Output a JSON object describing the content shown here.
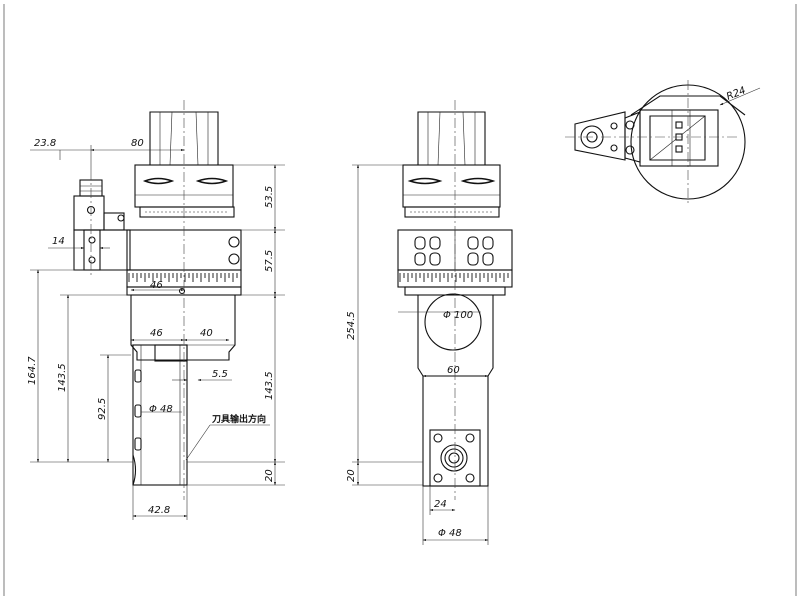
{
  "dimensions": {
    "left_view": {
      "d_23_8": "23.8",
      "d_80": "80",
      "d_14": "14",
      "d_53_5": "53.5",
      "d_57_5": "57.5",
      "d_46_top": "46",
      "d_46": "46",
      "d_40": "40",
      "d_5_5": "5.5",
      "d_phi48": "Φ 48",
      "d_164_7": "164.7",
      "d_143_5_left": "143.5",
      "d_92_5": "92.5",
      "d_143_5_right": "143.5",
      "d_20": "20",
      "d_42_8": "42.8"
    },
    "middle_view": {
      "d_254_5": "254.5",
      "d_phi100": "Φ 100",
      "d_60": "60",
      "d_20": "20",
      "d_24": "24",
      "d_phi48": "Φ 48"
    },
    "top_view": {
      "d_r24": "R24"
    }
  },
  "annotations": {
    "tool_output_direction": "刀具输出方向"
  }
}
